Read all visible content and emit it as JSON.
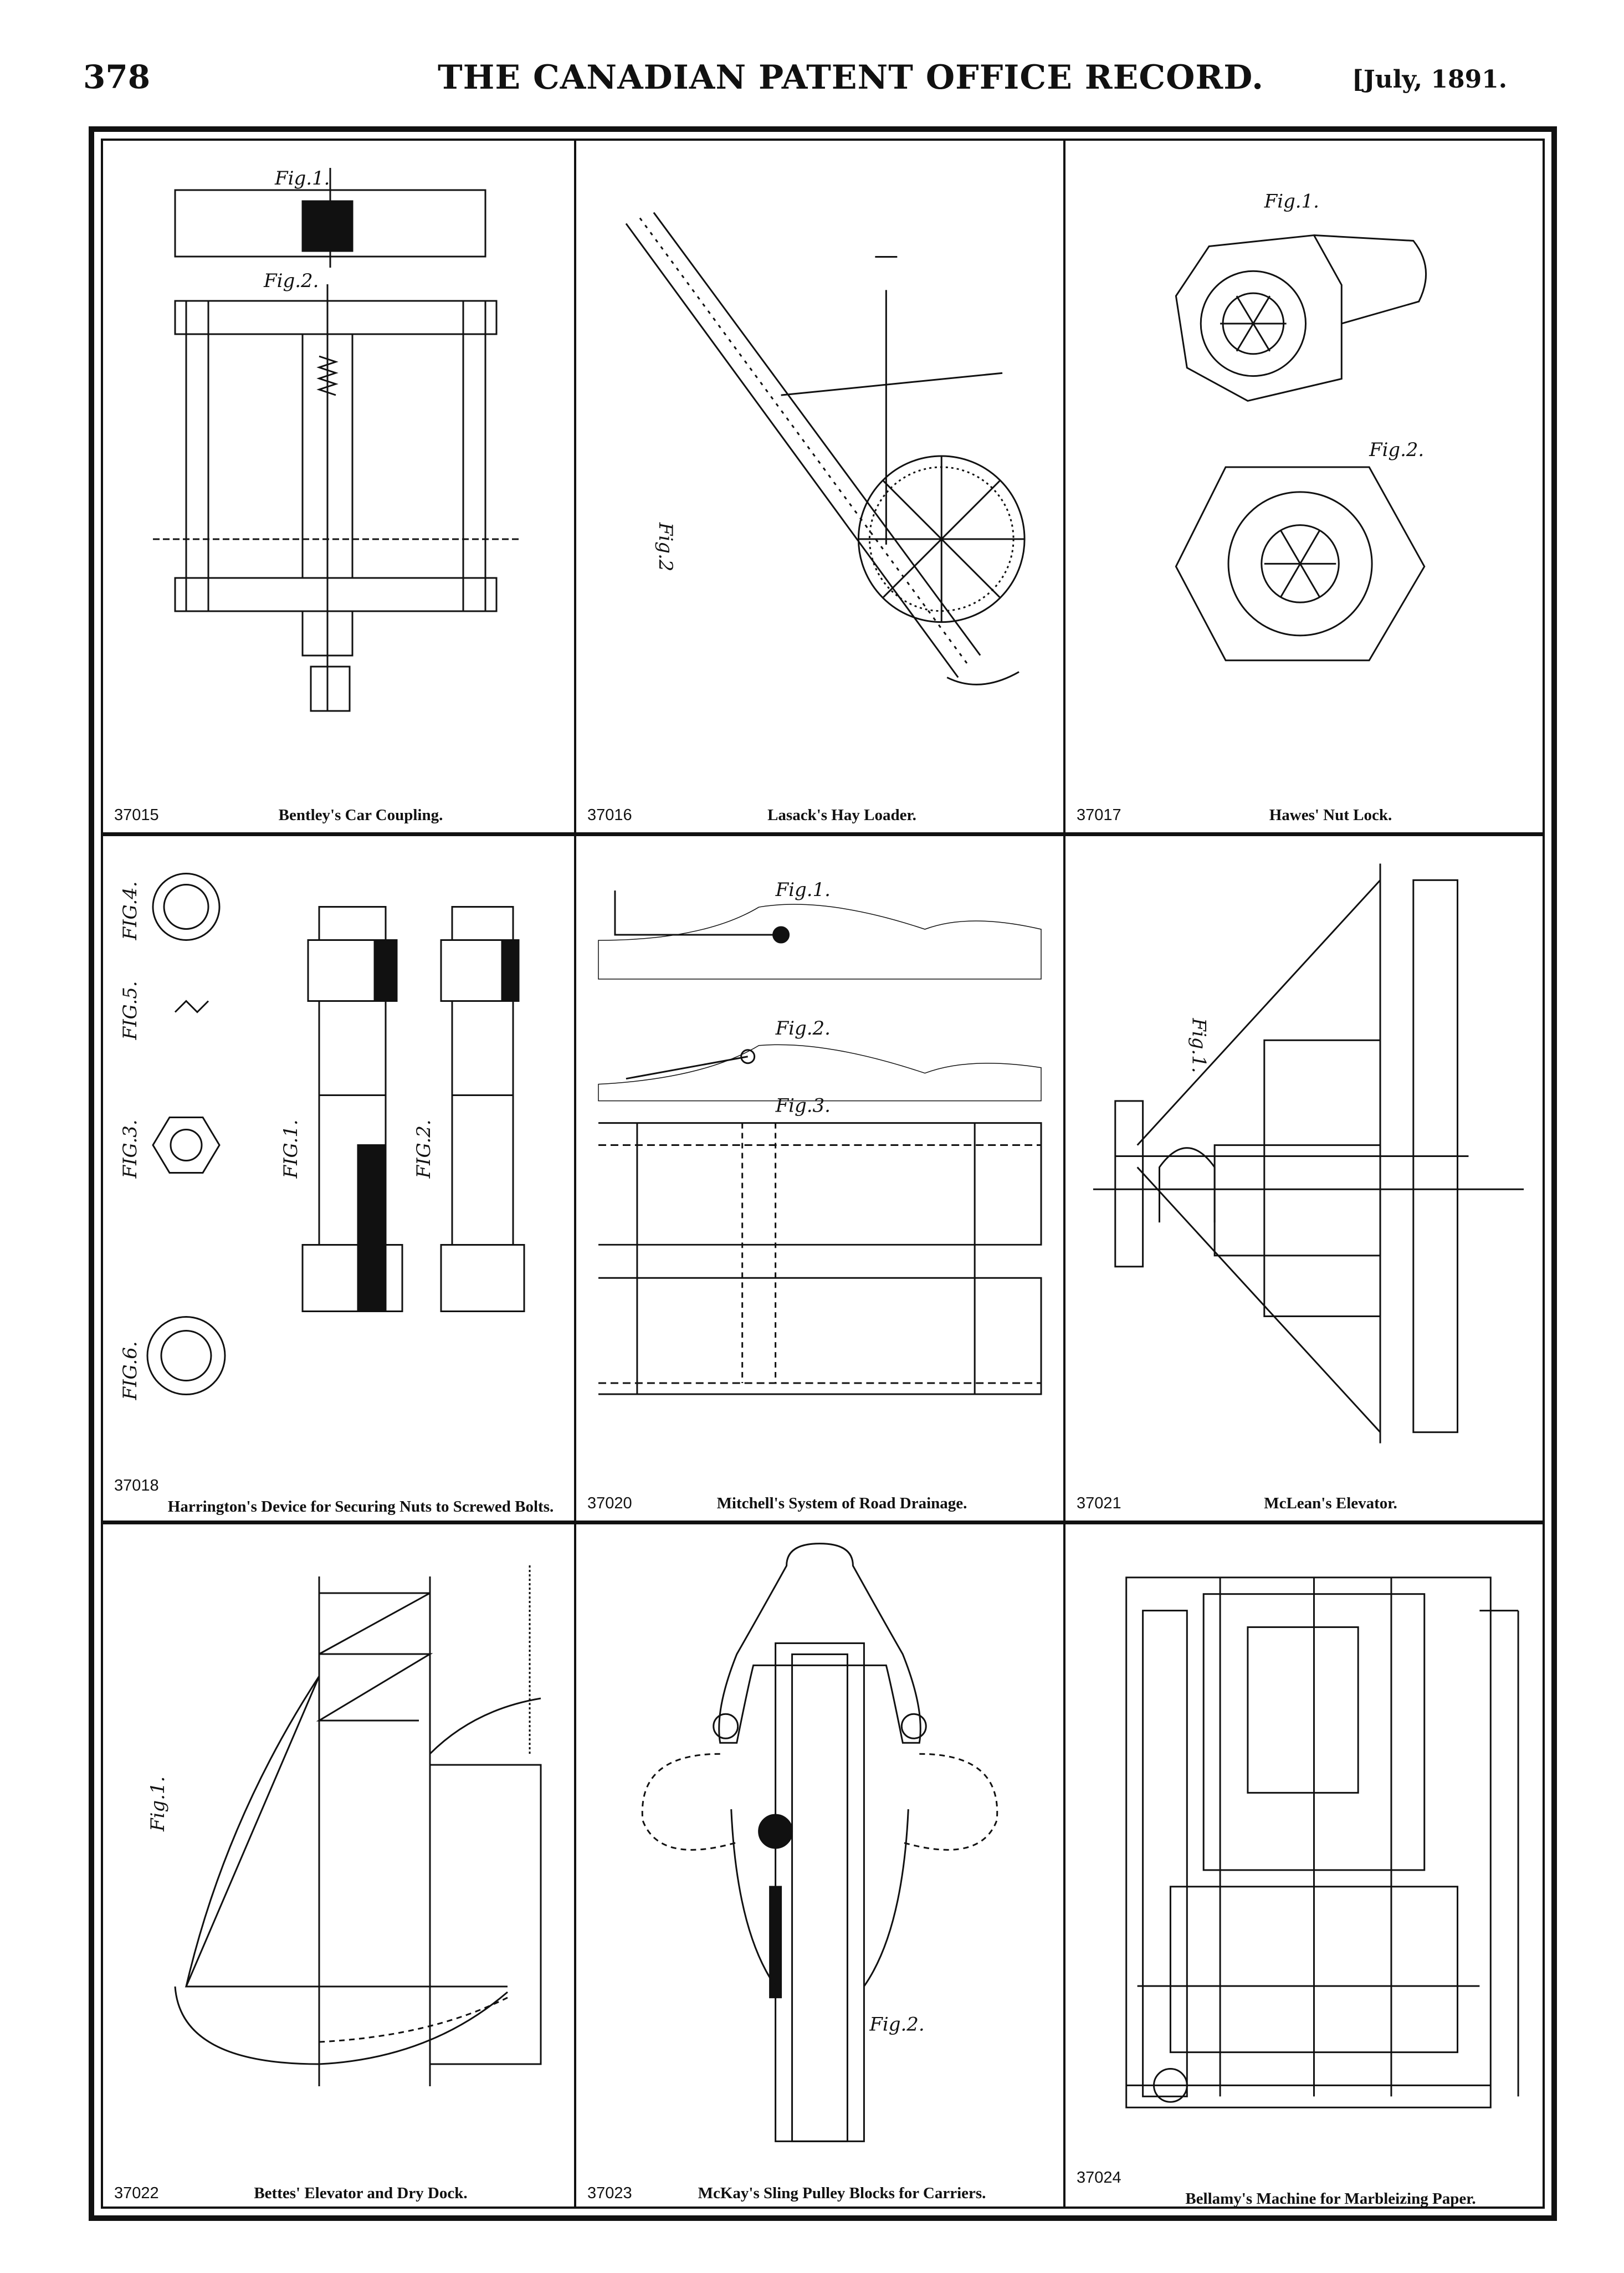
{
  "header": {
    "page_number": "378",
    "title": "THE CANADIAN PATENT OFFICE RECORD.",
    "date": "[July, 1891."
  },
  "patents": [
    {
      "number": "37015",
      "title": "Bentley's Car Coupling.",
      "figs": [
        "Fig.1.",
        "Fig.2."
      ]
    },
    {
      "number": "37016",
      "title": "Lasack's Hay Loader.",
      "figs": [
        "Fig.2"
      ]
    },
    {
      "number": "37017",
      "title": "Hawes' Nut Lock.",
      "figs": [
        "Fig.1.",
        "Fig.2."
      ]
    },
    {
      "number": "37018",
      "title": "Harrington's Device for Securing Nuts to Screwed Bolts.",
      "figs": [
        "FIG.1.",
        "FIG.2.",
        "FIG.3.",
        "FIG.4.",
        "FIG.5.",
        "FIG.6."
      ]
    },
    {
      "number": "37020",
      "title": "Mitchell's System of Road Drainage.",
      "figs": [
        "Fig.1.",
        "Fig.2.",
        "Fig.3."
      ]
    },
    {
      "number": "37021",
      "title": "McLean's Elevator.",
      "figs": [
        "Fig.1."
      ]
    },
    {
      "number": "37022",
      "title": "Bettes' Elevator and Dry Dock.",
      "figs": [
        "Fig.1."
      ]
    },
    {
      "number": "37023",
      "title": "McKay's Sling Pulley Blocks for Carriers.",
      "figs": [
        "Fig.2."
      ]
    },
    {
      "number": "37024",
      "title": "Bellamy's Machine for Marbleizing Paper.",
      "figs": []
    }
  ]
}
